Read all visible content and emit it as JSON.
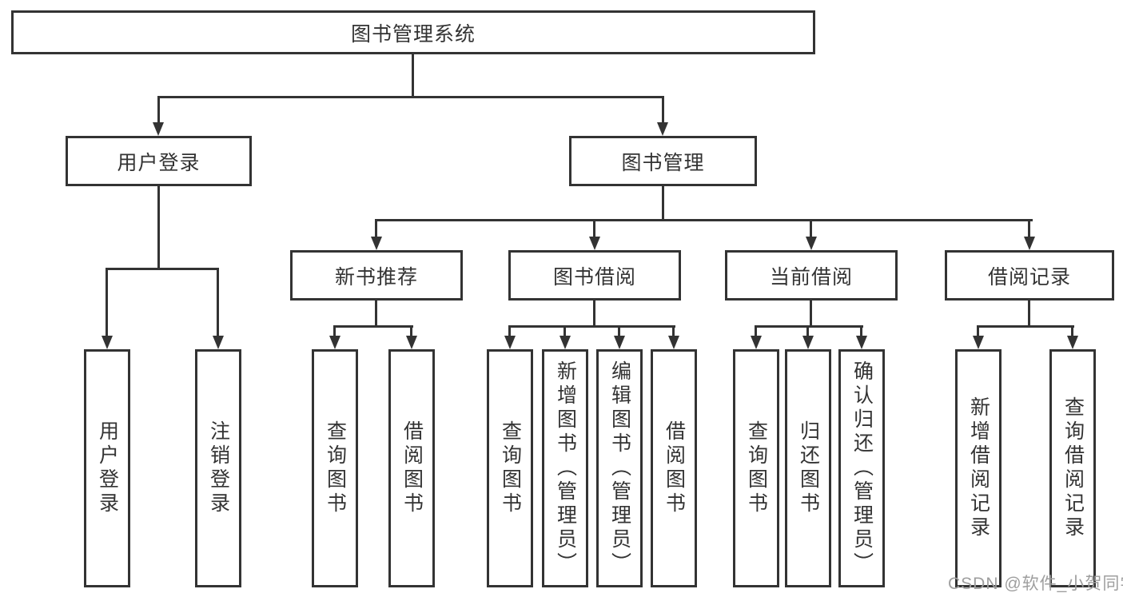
{
  "diagram": {
    "root": {
      "label": "图书管理系统"
    },
    "branches": [
      {
        "label": "用户登录",
        "children": [
          {
            "label": "用户登录"
          },
          {
            "label": "注销登录"
          }
        ]
      },
      {
        "label": "图书管理",
        "children": [
          {
            "label": "新书推荐",
            "children": [
              {
                "label": "查询图书"
              },
              {
                "label": "借阅图书"
              }
            ]
          },
          {
            "label": "图书借阅",
            "children": [
              {
                "label": "查询图书"
              },
              {
                "label": "新增图书（管理员）"
              },
              {
                "label": "编辑图书（管理员）"
              },
              {
                "label": "借阅图书"
              }
            ]
          },
          {
            "label": "当前借阅",
            "children": [
              {
                "label": "查询图书"
              },
              {
                "label": "归还图书"
              },
              {
                "label": "确认归还（管理员）"
              }
            ]
          },
          {
            "label": "借阅记录",
            "children": [
              {
                "label": "新增借阅记录"
              },
              {
                "label": "查询借阅记录"
              }
            ]
          }
        ]
      }
    ]
  },
  "watermark": {
    "text": "CSDN @软件_小贺同学"
  },
  "colors": {
    "line": "#333333",
    "box_border": "#333333",
    "text": "#333333",
    "watermark": "#9e9e9e",
    "background": "#ffffff"
  }
}
